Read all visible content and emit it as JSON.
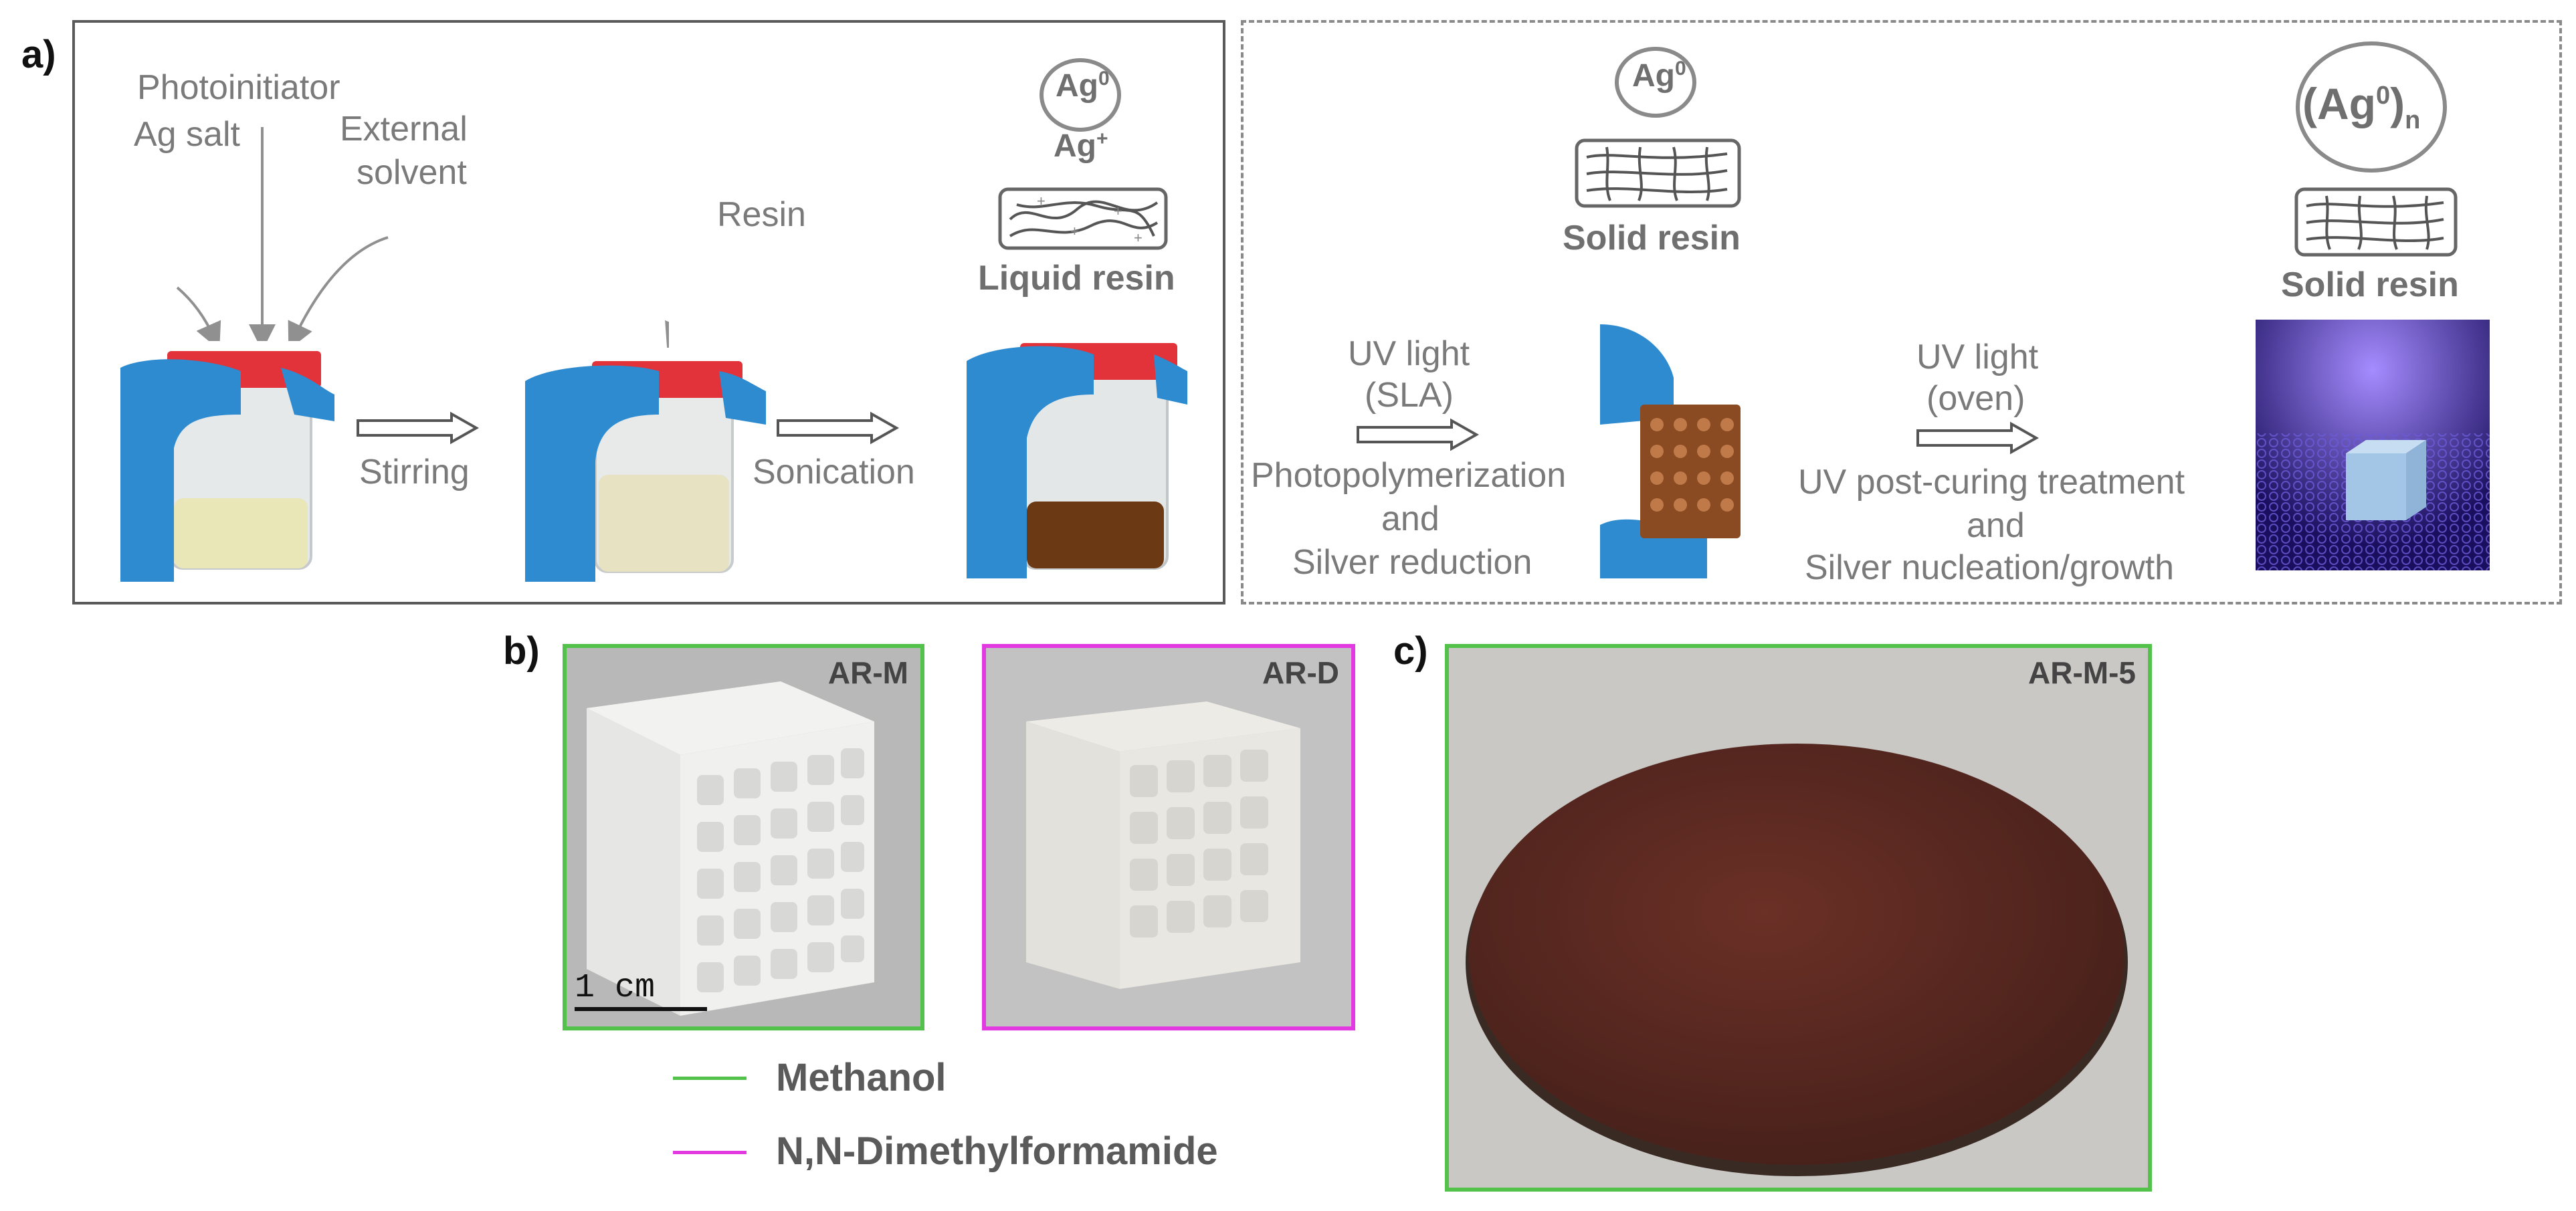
{
  "panels": {
    "a": "a)",
    "b": "b)",
    "c": "c)"
  },
  "stage1": {
    "inputs": [
      "Ag salt",
      "Photoinitiator",
      "External",
      "solvent"
    ],
    "step1": "Stirring",
    "resin_input": "Resin",
    "step2": "Sonication",
    "species_top": "Ag",
    "species_top_sup": "0",
    "species_ion": "Ag",
    "species_ion_sup": "+",
    "liquid_resin": "Liquid resin"
  },
  "stage2": {
    "species": "Ag",
    "species_sup": "0",
    "solid_resin_1": "Solid resin",
    "step3_lines": [
      "UV light",
      "(SLA)"
    ],
    "step3_desc": [
      "Photopolymerization",
      "and",
      "Silver reduction"
    ],
    "step4_lines": [
      "UV light",
      "(oven)"
    ],
    "step4_desc": [
      "UV post-curing treatment",
      "and",
      "Silver nucleation/growth"
    ],
    "species_n_prefix": "(Ag",
    "species_n_sup": "0",
    "species_n_suffix": ")",
    "species_n_sub": "n",
    "solid_resin_2": "Solid resin"
  },
  "panel_b": {
    "sample1": "AR-M",
    "sample2": "AR-D",
    "scalebar": "1 cm",
    "legend": [
      {
        "label": "Methanol",
        "color": "#52c24a"
      },
      {
        "label": "N,N-Dimethylformamide",
        "color": "#e23ae0"
      }
    ]
  },
  "panel_c": {
    "sample": "AR-M-5"
  }
}
